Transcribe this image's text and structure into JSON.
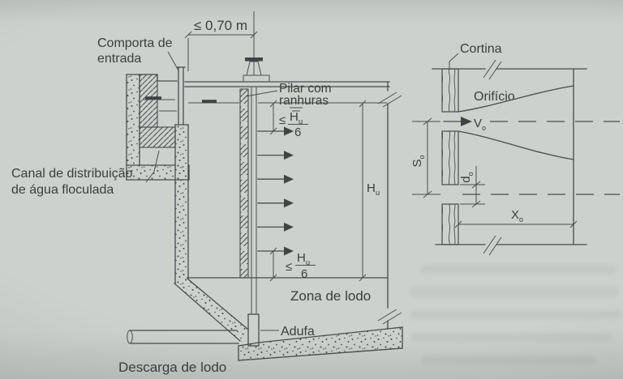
{
  "page": {
    "background": "#ccd1cd",
    "line_color": "#474c4e",
    "text_color": "#393e40"
  },
  "section_view": {
    "dim_top": "≤ 0,70 m",
    "label_comporta": [
      "Comporta de",
      "entrada"
    ],
    "label_pilar": [
      "Pilar com",
      "ranhuras"
    ],
    "label_canal": [
      "Canal de distribuição",
      "de água floculada"
    ],
    "dim_hu6": {
      "leq": "≤",
      "num": "H",
      "num_sub": "u",
      "den": "6"
    },
    "dim_hu": {
      "base": "H",
      "sub": "u"
    },
    "label_zona": "Zona de lodo",
    "label_adufa": "Adufa",
    "label_descarga": "Descarga de lodo"
  },
  "orifice_view": {
    "label_cortina": "Cortina",
    "label_orificio": "Orifício",
    "dim_v0": {
      "base": "V",
      "sub": "o"
    },
    "dim_s0": {
      "base": "S",
      "sub": "o"
    },
    "dim_d0": {
      "base": "d",
      "sub": "o"
    },
    "dim_x0": {
      "base": "X",
      "sub": "o"
    }
  }
}
